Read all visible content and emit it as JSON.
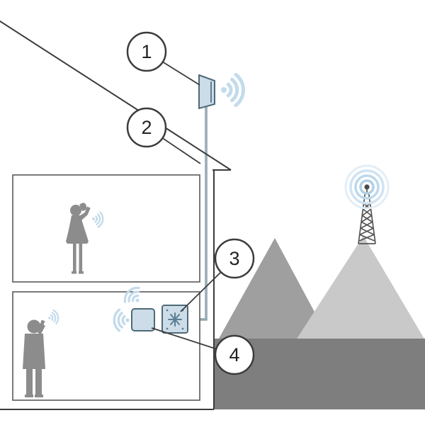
{
  "callouts": [
    {
      "number": "1",
      "target": "outdoor-antenna"
    },
    {
      "number": "2",
      "target": "cable"
    },
    {
      "number": "3",
      "target": "booster-unit"
    },
    {
      "number": "4",
      "target": "indoor-antenna"
    }
  ],
  "icons": {
    "signal_waves": "wifi-signal-waves-icon",
    "cell_tower": "cell-tower-icon",
    "person_woman": "woman-on-phone-silhouette",
    "person_man": "man-on-phone-silhouette"
  },
  "colors": {
    "wave": "#c3dbeb",
    "device_fill": "#ccdce8",
    "device_stroke": "#4e6a78",
    "silhouette": "#8c8c8c",
    "outline": "#3c3c3c",
    "mountain_light": "#c9c9c9",
    "mountain_medium": "#9f9f9f",
    "mountain_dark": "#7e7e7e",
    "tower": "#555555"
  }
}
